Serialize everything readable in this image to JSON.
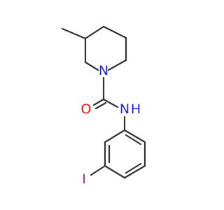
{
  "molecule": {
    "atoms": [
      {
        "id": "N1",
        "label": "N"
      },
      {
        "id": "O1",
        "label": "O"
      },
      {
        "id": "N2",
        "label": "N",
        "label2": "H"
      },
      {
        "id": "I1",
        "label": "I"
      }
    ]
  },
  "colors": {
    "bond": "#333333",
    "nitrogen": "#2222ee",
    "oxygen": "#ee1111",
    "iodine": "#aa22cc",
    "background": "#ffffff"
  }
}
